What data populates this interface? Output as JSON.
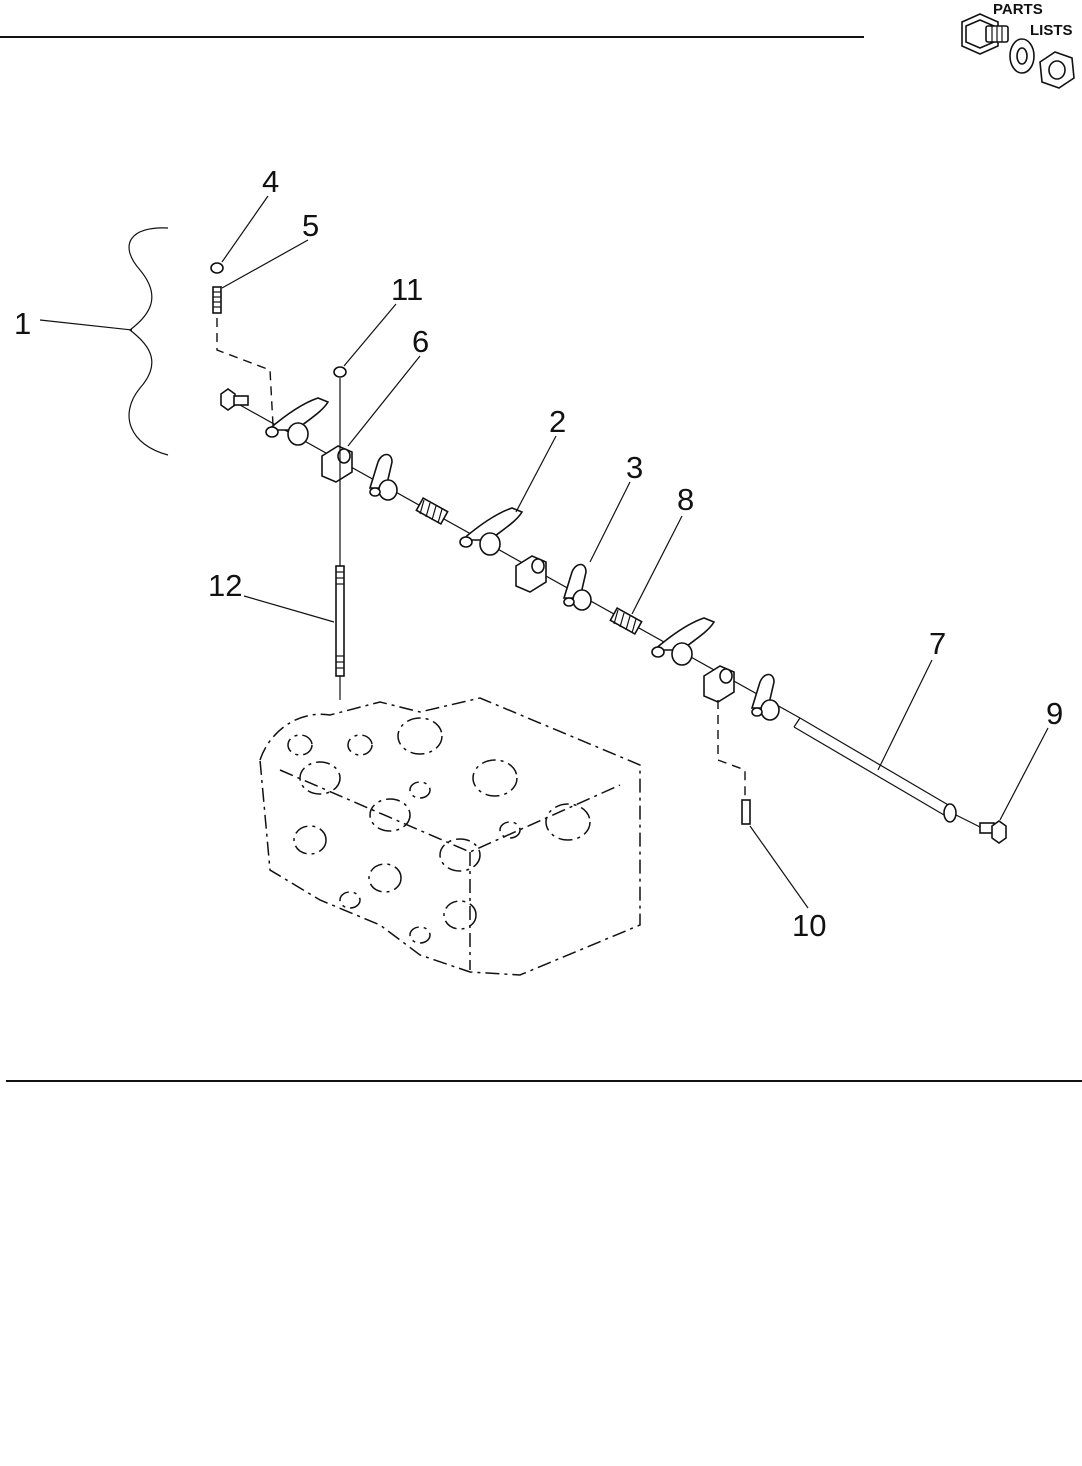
{
  "logo": {
    "line1": "PARTS",
    "line2": "LISTS",
    "icon": "hardware-bolt-washer-nut-icon"
  },
  "callouts": [
    "1",
    "2",
    "3",
    "4",
    "5",
    "6",
    "7",
    "8",
    "9",
    "10",
    "11",
    "12"
  ]
}
